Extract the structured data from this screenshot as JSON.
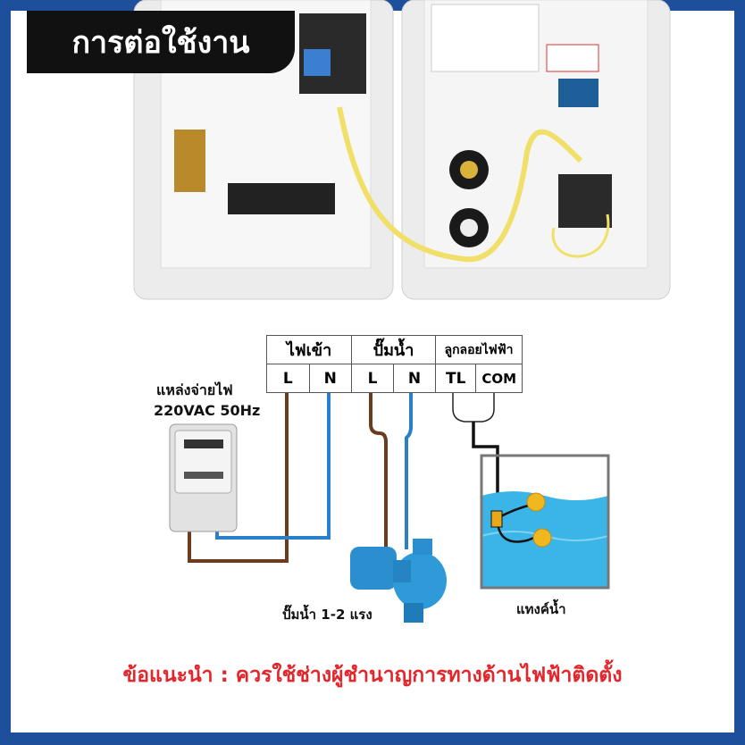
{
  "title": "การต่อใช้งาน",
  "terminal_table": {
    "groups": [
      "ไฟเข้า",
      "ปั๊มน้ำ",
      "ลูกลอยไฟฟ้า"
    ],
    "terminals": [
      "L",
      "N",
      "L",
      "N",
      "TL",
      "COM"
    ]
  },
  "power_source": {
    "label": "แหล่งจ่ายไฟ",
    "spec": "220VAC 50Hz"
  },
  "pump_label": "ปั๊มน้ำ 1-2 แรง",
  "tank_label": "แทงค์น้ำ",
  "advice": "ข้อแนะนำ : ควรใช้ช่างผู้ชำนาญการทางด้านไฟฟ้าติดตั้ง",
  "colors": {
    "frame": "#1d4f9c",
    "live_wire": "#6b3d1e",
    "neutral_wire": "#2a7fc9",
    "advice": "#e3262b",
    "water": "#3bb5e8"
  }
}
